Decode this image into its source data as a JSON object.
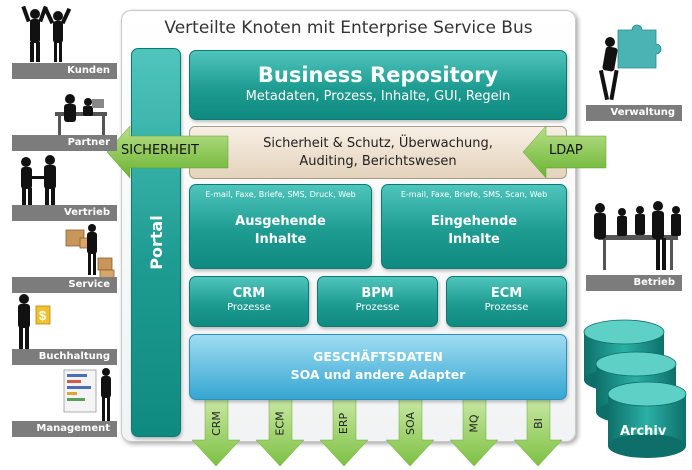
{
  "title": "Verteilte Knoten mit Enterprise Service Bus",
  "portal": "Portal",
  "repository": {
    "title": "Business Repository",
    "subtitle": "Metadaten, Prozess, Inhalte, GUI, Regeln"
  },
  "security": {
    "line1": "Sicherheit & Schutz, Überwachung,",
    "line2": "Auditing, Berichtswesen"
  },
  "arrows": {
    "left": "SICHERHEIT",
    "right": "LDAP"
  },
  "outgoing": {
    "channels": "E-mail, Faxe, Briefe, SMS, Druck, Web",
    "line1": "Ausgehende",
    "line2": "Inhalte"
  },
  "incoming": {
    "channels": "E-mail, Faxe, Briefe, SMS, Scan, Web",
    "line1": "Eingehende",
    "line2": "Inhalte"
  },
  "processes": [
    {
      "name": "CRM",
      "sub": "Prozesse"
    },
    {
      "name": "BPM",
      "sub": "Prozesse"
    },
    {
      "name": "ECM",
      "sub": "Prozesse"
    }
  ],
  "business_data": {
    "line1": "GESCHÄFTSDATEN",
    "line2": "SOA und andere Adapter"
  },
  "outputs": [
    "CRM",
    "ECM",
    "ERP",
    "SOA",
    "MQ",
    "BI"
  ],
  "left_roles": [
    "Kunden",
    "Partner",
    "Vertrieb",
    "Service",
    "Buchhaltung",
    "Management"
  ],
  "right_roles": [
    "Verwaltung",
    "Betrieb"
  ],
  "archive": "Archiv",
  "colors": {
    "teal": "#1e9c92",
    "green_arrow": "#7cc142",
    "blue": "#35a6d2",
    "tag_gray": "#7c7c7c"
  }
}
